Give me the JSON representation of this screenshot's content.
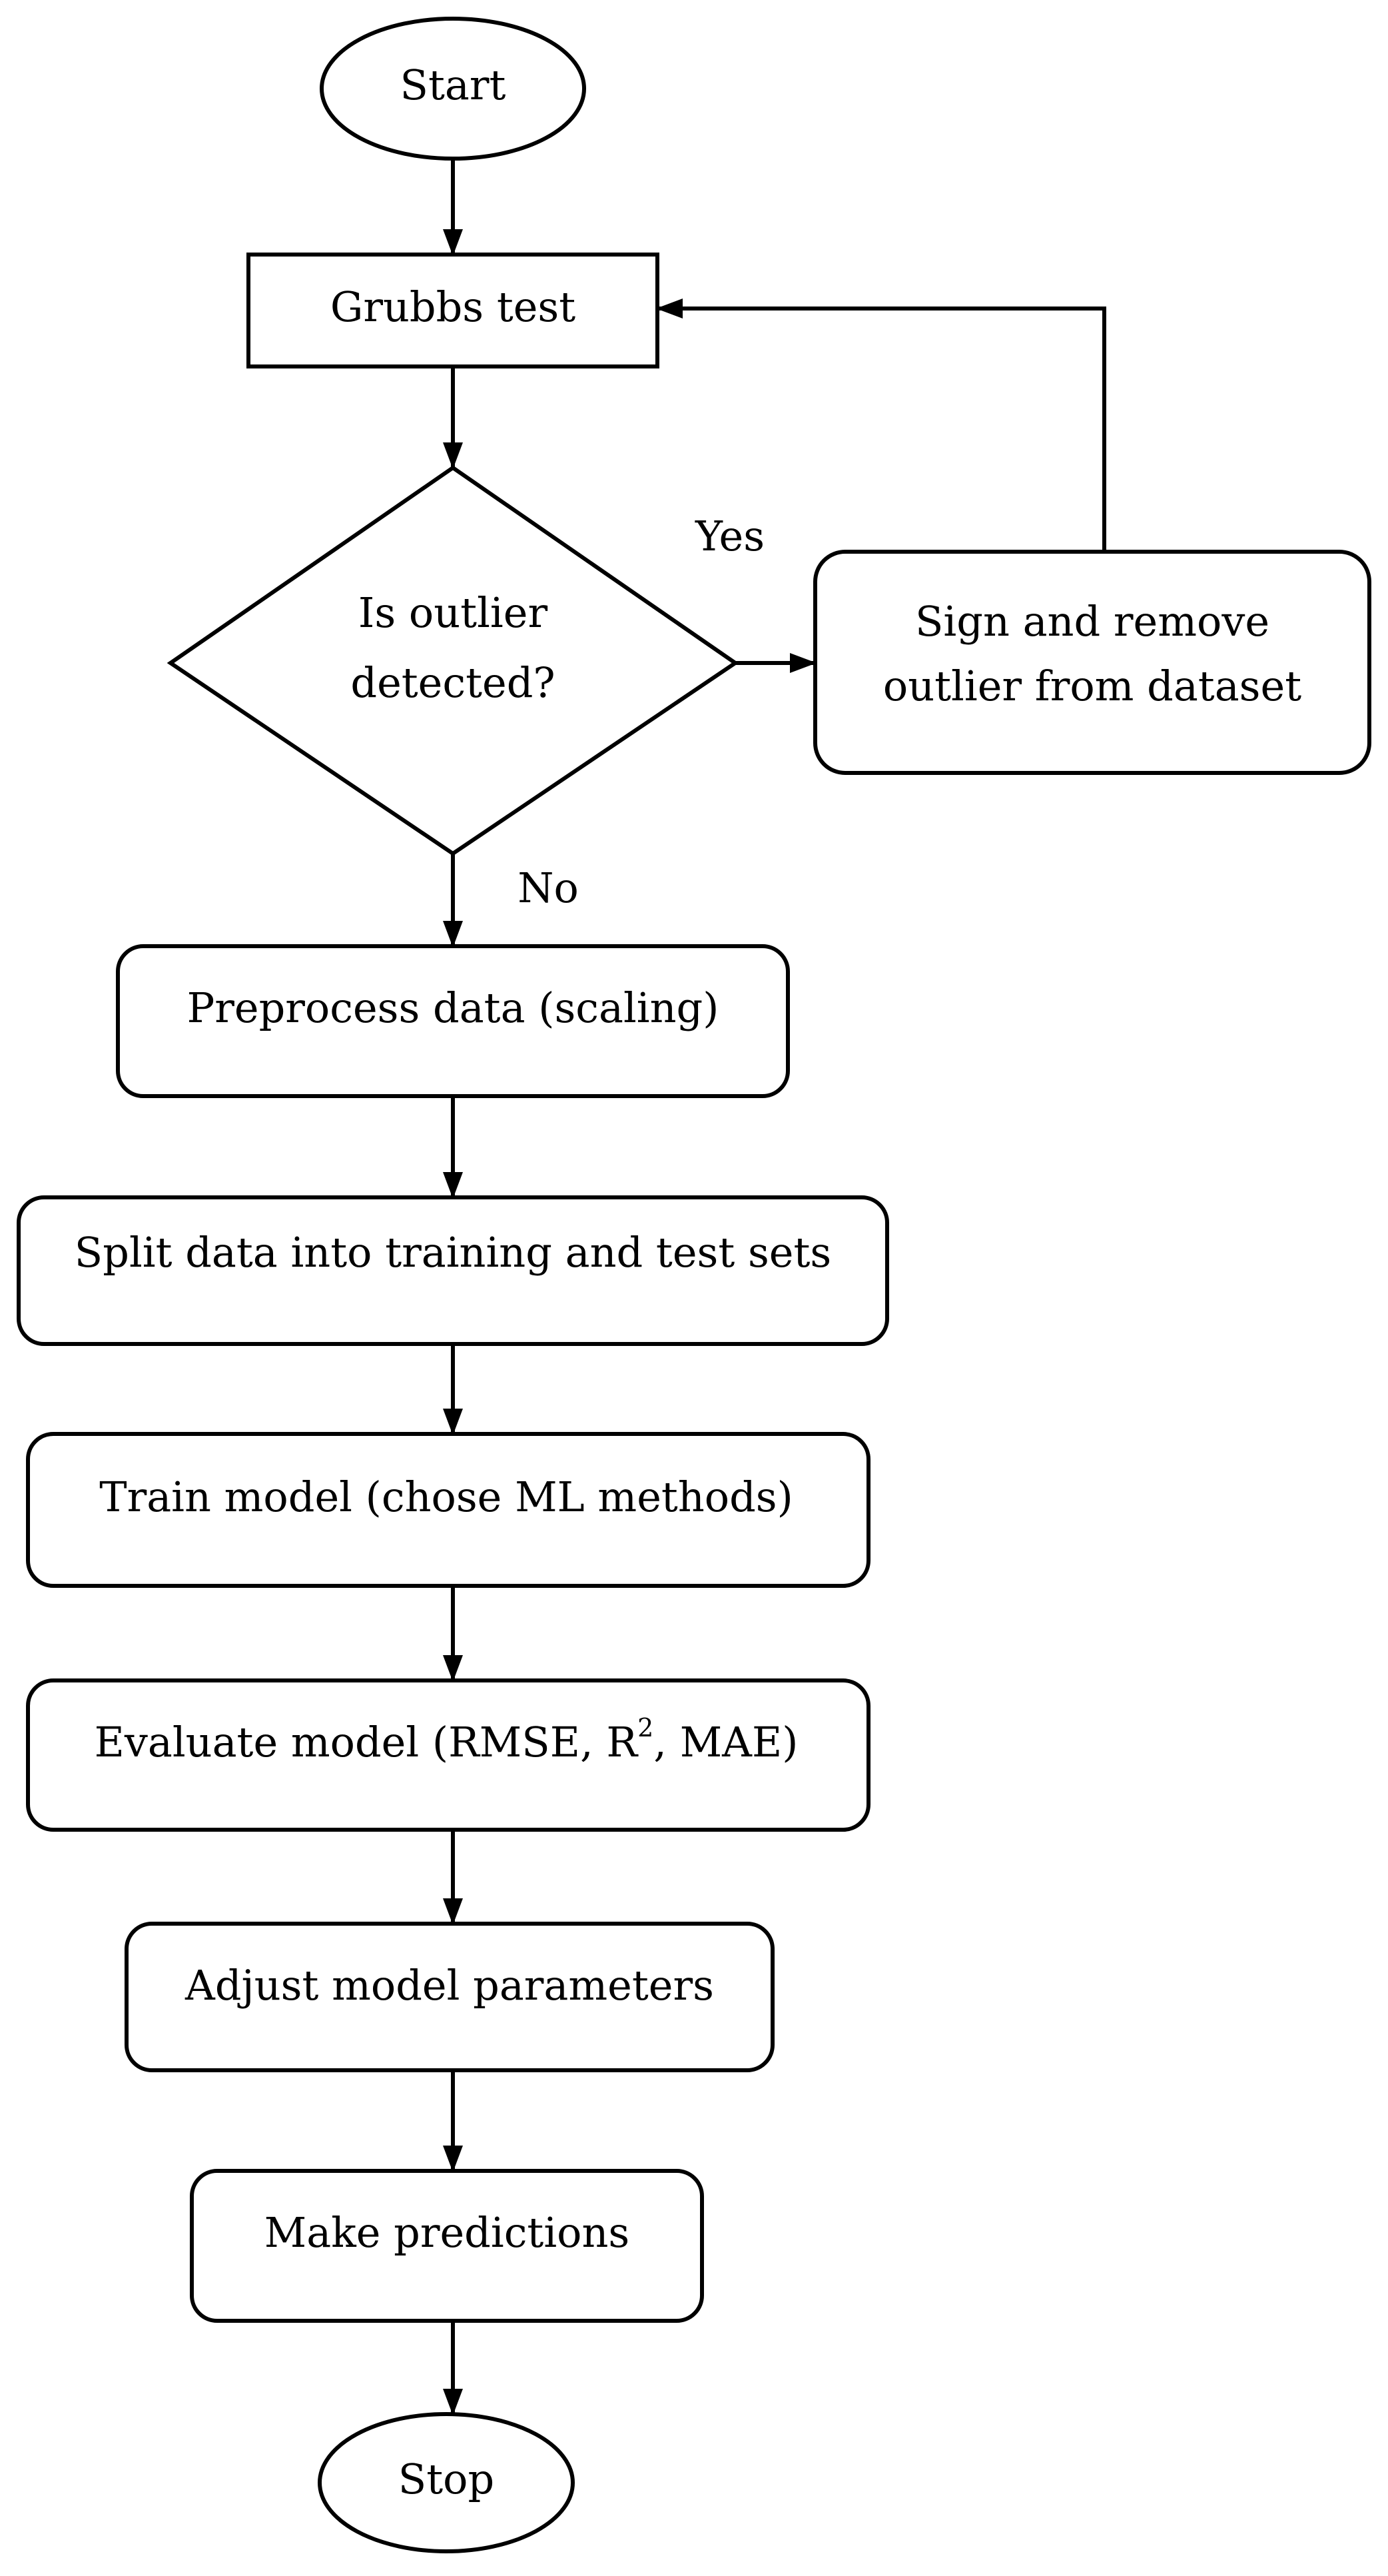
{
  "nodes": {
    "start": {
      "label": "Start"
    },
    "grubbs": {
      "label": "Grubbs test"
    },
    "decision": {
      "line1": "Is outlier",
      "line2": "detected?"
    },
    "remove": {
      "line1": "Sign and remove",
      "line2": "outlier from dataset"
    },
    "preprocess": {
      "label": "Preprocess data (scaling)"
    },
    "split": {
      "label": "Split data into training and test sets"
    },
    "train": {
      "label": "Train model (chose ML methods)"
    },
    "evaluate": {
      "prefix": "Evaluate model (RMSE, R",
      "sup": "2",
      "suffix": ", MAE)"
    },
    "adjust": {
      "label": "Adjust model parameters"
    },
    "predict": {
      "label": "Make predictions"
    },
    "stop": {
      "label": "Stop"
    }
  },
  "edge_labels": {
    "yes": "Yes",
    "no": "No"
  }
}
